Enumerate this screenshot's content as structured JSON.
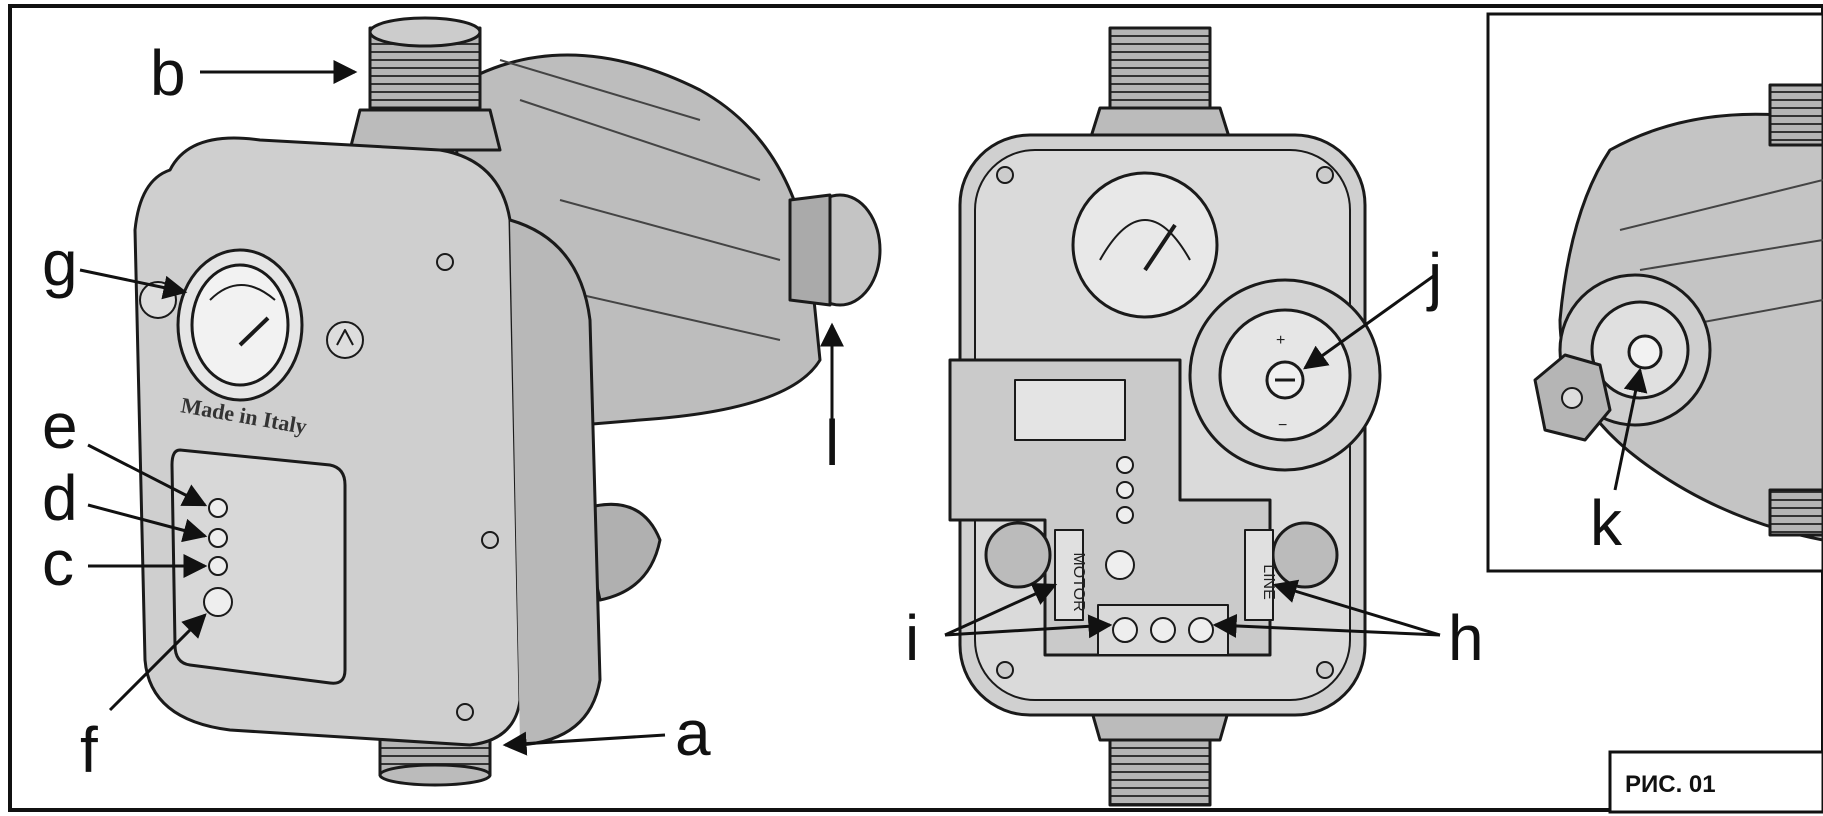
{
  "figure_label": "РИС. 01",
  "callouts": {
    "a": "a",
    "b": "b",
    "c": "c",
    "d": "d",
    "e": "e",
    "f": "f",
    "g": "g",
    "h": "h",
    "i": "i",
    "j": "j",
    "k": "k",
    "l": "l"
  },
  "device_markings": {
    "made_in": "Made in Italy",
    "motor": "MOTOR",
    "line": "LINE",
    "plus": "+",
    "minus": "−"
  },
  "colors": {
    "outline": "#1a1a1a",
    "body": "#c9c9c9",
    "body_dark": "#a8a8a8",
    "background": "#ffffff"
  }
}
